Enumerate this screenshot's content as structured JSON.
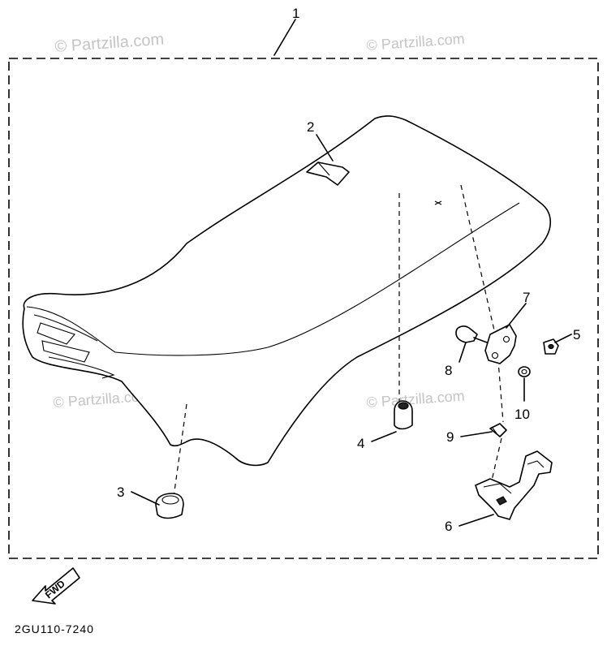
{
  "watermarks": [
    "© Partzilla.com",
    "© Partzilla.com",
    "© Partzilla.com",
    "© Partzilla.com"
  ],
  "callouts": [
    "1",
    "2",
    "3",
    "4",
    "5",
    "6",
    "7",
    "8",
    "9",
    "10"
  ],
  "direction_label": "FWD",
  "diagram_code": "2GU110-7240"
}
